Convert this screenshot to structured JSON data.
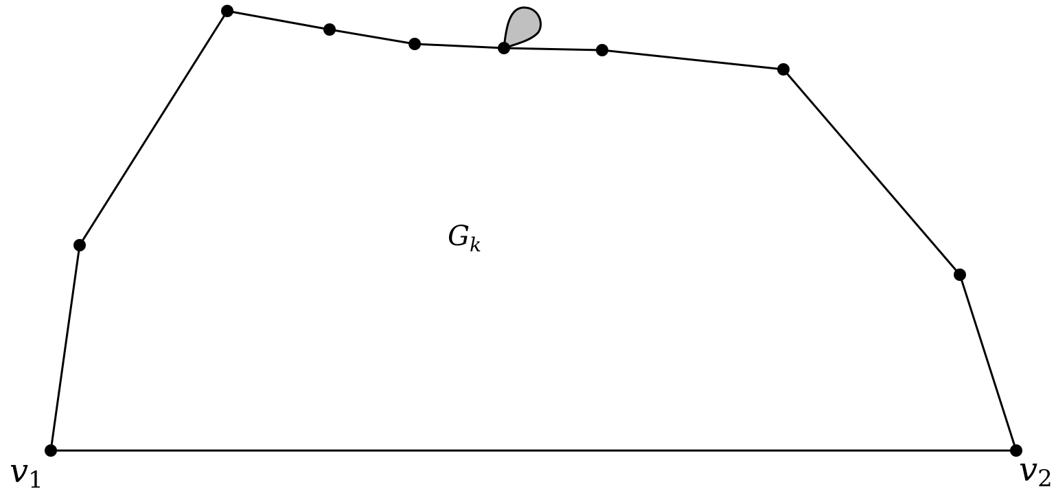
{
  "diagram": {
    "region_label": {
      "base": "G",
      "subscript": "k"
    },
    "vertex_labels": [
      {
        "id": "v1",
        "base": "v",
        "subscript": "1"
      },
      {
        "id": "v2",
        "base": "v",
        "subscript": "2"
      }
    ],
    "colors": {
      "stroke": "#000000",
      "vertex": "#000000",
      "petal_fill": "#c0c0c0",
      "background": "#ffffff"
    }
  }
}
